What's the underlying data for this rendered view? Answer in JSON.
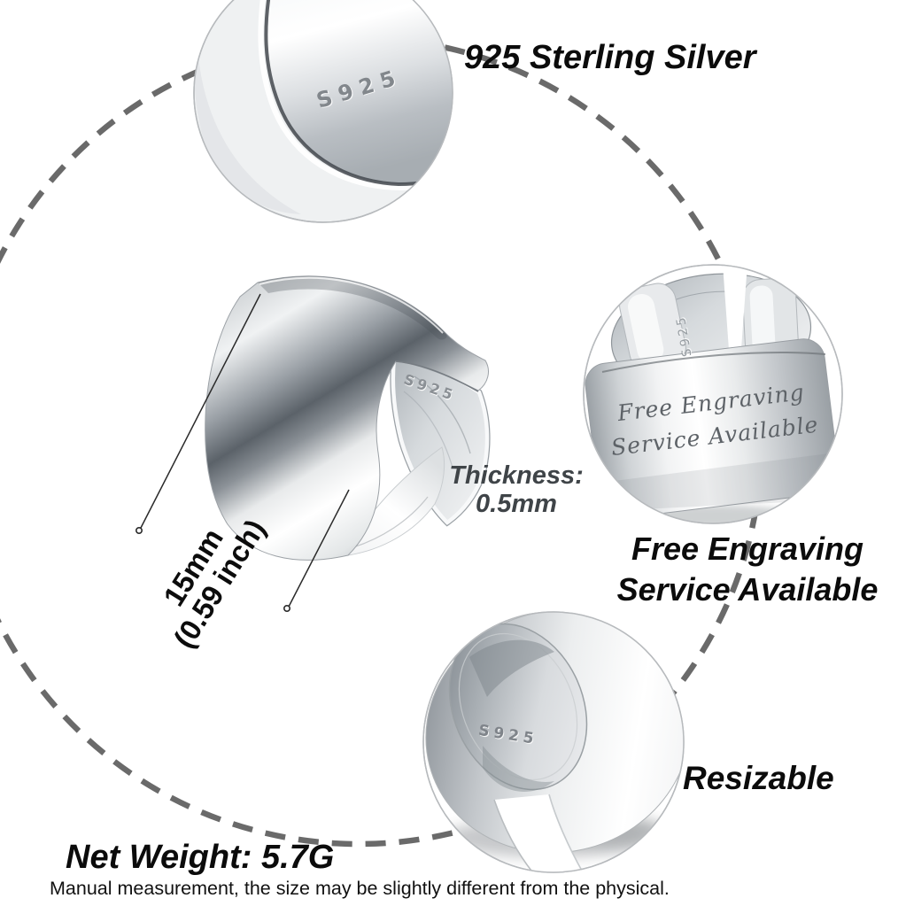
{
  "title": {
    "text": "925 Sterling Silver"
  },
  "stamps": {
    "closeup": "S925",
    "main": "S925",
    "engraving_ring": "S925",
    "resizable_ring": "S925"
  },
  "engraving": {
    "script_line1": "Free Engraving",
    "script_line2": "Service Available"
  },
  "dimensions": {
    "band_width_line1": "15mm",
    "band_width_line2": "(0.59 inch)",
    "thickness_label": "Thickness:",
    "thickness_value": "0.5mm"
  },
  "labels": {
    "engraving_line1": "Free Engraving",
    "engraving_line2": "Service Available",
    "resizable": "Resizable",
    "net_weight": "Net Weight: 5.7G",
    "disclaimer": "Manual measurement, the size may be slightly different from the physical."
  },
  "colors": {
    "background": "#ffffff",
    "text": "#0b0b0b",
    "dashed_circle": "#6a6a6a",
    "photo_circle_outline": "#b7babd",
    "thickness_text": "#3f4448",
    "engraved_script_text": "#5d6267",
    "stamp_text": "#82878c",
    "silver_highlight": "#ffffff",
    "silver_mid": "#c6cacd",
    "silver_dark": "#5b6269"
  }
}
